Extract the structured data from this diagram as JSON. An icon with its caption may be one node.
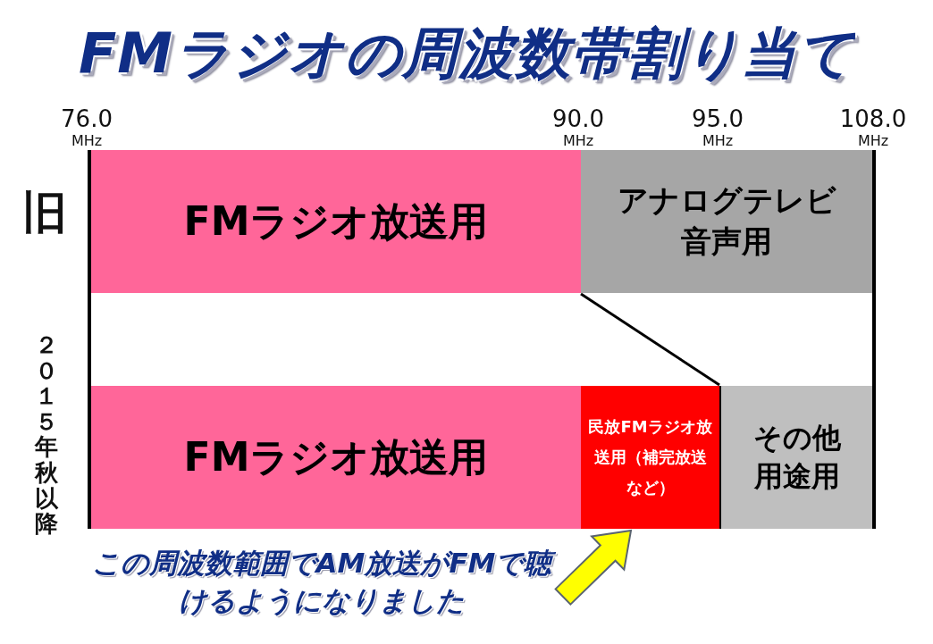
{
  "diagram": {
    "title": "FMラジオの周波数帯割り当て",
    "nodes": [
      {
        "text": [
          "FMラジオ放送用"
        ]
      },
      {
        "text": [
          "アナログテレビ音声用"
        ]
      },
      {
        "text": [
          "FMラジオ放送用"
        ]
      },
      {
        "text": [
          "民放FMラジオ放送用（補完放送など）"
        ]
      },
      {
        "text": [
          "その他用途用"
        ]
      },
      {
        "text": [
          "この周波数範囲でAM放送がFMで聴けるようになりました"
        ]
      }
    ],
    "edges": [
      {
        "from": 1,
        "to": 3,
        "arrow": "none"
      },
      {
        "from": 5,
        "to": 3,
        "arrow": "to",
        "style": "thick",
        "color": "#ffff00"
      }
    ],
    "labels": [
      "76.0",
      "MHz",
      "90.0",
      "MHz",
      "95.0",
      "MHz",
      "108.0",
      "MHz",
      "旧",
      "２０１５年秋以降"
    ]
  }
}
